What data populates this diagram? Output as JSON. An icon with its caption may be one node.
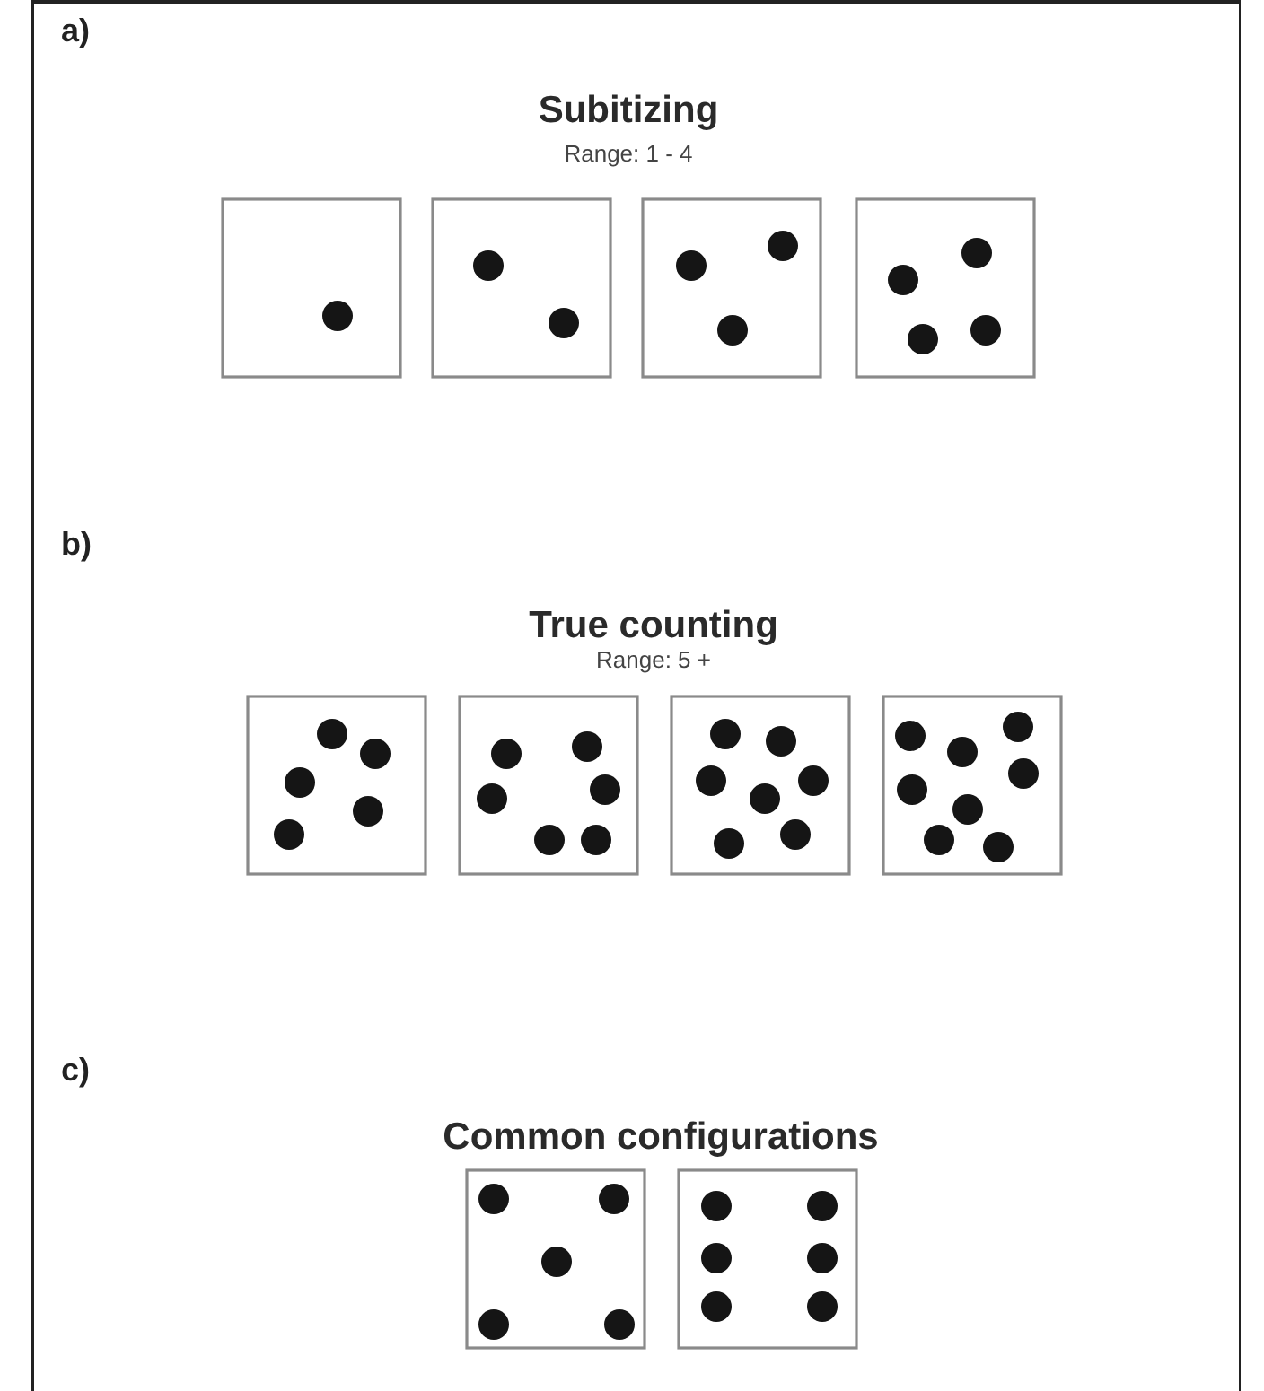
{
  "diagram": {
    "labels": [
      "a)",
      "Subitizing",
      "Range: 1 - 4",
      "b)",
      "True counting",
      "Range: 5 +",
      "c)",
      "Common configurations"
    ]
  }
}
